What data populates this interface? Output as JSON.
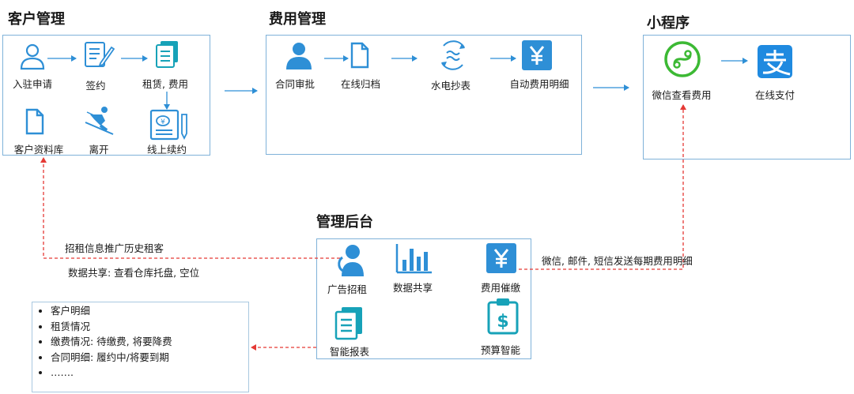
{
  "sections": {
    "customer": {
      "title": "客户管理",
      "items": [
        "入驻申请",
        "签约",
        "租赁, 费用",
        "客户资料库",
        "离开",
        "线上续约"
      ]
    },
    "fee": {
      "title": "费用管理",
      "items": [
        "合同审批",
        "在线归档",
        "水电抄表",
        "自动费用明细"
      ]
    },
    "miniapp": {
      "title": "小程序",
      "items": [
        "微信查看费用",
        "在线支付"
      ]
    },
    "backend": {
      "title": "管理后台",
      "items": [
        "广告招租",
        "数据共享",
        "费用催缴",
        "智能报表",
        "预算智能"
      ]
    }
  },
  "annotations": {
    "left_line1": "招租信息推广历史租客",
    "left_line2": "数据共享: 查看仓库托盘, 空位",
    "right_line": "微信, 邮件, 短信发送每期费用明细"
  },
  "report_list": [
    "客户明细",
    "租赁情况",
    "缴费情况: 待缴费, 将要降费",
    "合同明细: 履约中/将要到期",
    "……."
  ],
  "colors": {
    "accent": "#2e8fd6",
    "box_border": "#7fb2d9",
    "dashed": "#e53935",
    "teal": "#17a2b8",
    "green": "#3cb934",
    "alipay": "#1f8ae0"
  }
}
